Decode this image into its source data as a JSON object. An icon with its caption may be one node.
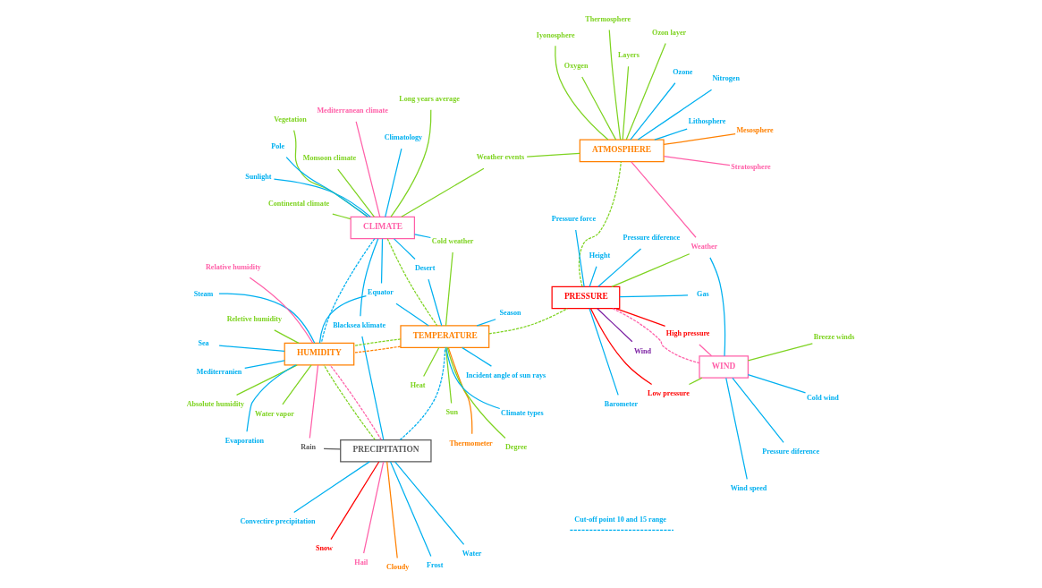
{
  "diagram": {
    "nodes": [
      {
        "text": [
          "PRECIPITATION"
        ]
      },
      {
        "text": [
          "TEMPERATURE"
        ]
      },
      {
        "text": [
          "PRESSURE"
        ]
      },
      {
        "text": [
          "CLIMATE"
        ]
      },
      {
        "text": [
          "HUMIDITY"
        ]
      },
      {
        "text": [
          "ATMOSPHERE"
        ]
      },
      {
        "text": [
          "WIND"
        ]
      },
      {
        "text": [
          "Rain"
        ]
      },
      {
        "text": [
          "Snow"
        ]
      },
      {
        "text": [
          "Cloudy"
        ]
      },
      {
        "text": [
          "Hail"
        ]
      },
      {
        "text": [
          "Convectire precipitation"
        ]
      },
      {
        "text": [
          "Frost"
        ]
      },
      {
        "text": [
          "Water"
        ]
      },
      {
        "text": [
          "Blacksea klimate"
        ]
      },
      {
        "text": [
          "Sunlight"
        ]
      },
      {
        "text": [
          "Continental climate"
        ]
      },
      {
        "text": [
          "Long years average"
        ]
      },
      {
        "text": [
          "Mediterranean climate"
        ]
      },
      {
        "text": [
          "Vegetation"
        ]
      },
      {
        "text": [
          "Monsoon climate"
        ]
      },
      {
        "text": [
          "Pole"
        ]
      },
      {
        "text": [
          "Climatology"
        ]
      },
      {
        "text": [
          "Weather events"
        ]
      },
      {
        "text": [
          "Cold weather"
        ]
      },
      {
        "text": [
          "Desert"
        ]
      },
      {
        "text": [
          "Equator"
        ]
      },
      {
        "text": [
          "Sun"
        ]
      },
      {
        "text": [
          "Degree"
        ]
      },
      {
        "text": [
          "Climate types"
        ]
      },
      {
        "text": [
          "Season"
        ]
      },
      {
        "text": [
          "Incident angle of sun rays"
        ]
      },
      {
        "text": [
          "Thermometer"
        ]
      },
      {
        "text": [
          "Heat"
        ]
      },
      {
        "text": [
          "Wind"
        ]
      },
      {
        "text": [
          "Barometer"
        ]
      },
      {
        "text": [
          "Gas"
        ]
      },
      {
        "text": [
          "Pressure diference"
        ]
      },
      {
        "text": [
          "Pressure force"
        ]
      },
      {
        "text": [
          "Height"
        ]
      },
      {
        "text": [
          "High pressure"
        ]
      },
      {
        "text": [
          "Low pressure"
        ]
      },
      {
        "text": [
          "Wind speed"
        ]
      },
      {
        "text": [
          "Breeze winds"
        ]
      },
      {
        "text": [
          "Cold wind"
        ]
      },
      {
        "text": [
          "Pressure diference"
        ]
      },
      {
        "text": [
          "Weather"
        ]
      },
      {
        "text": [
          "Lithosphere"
        ]
      },
      {
        "text": [
          "Ozone"
        ]
      },
      {
        "text": [
          "Nitrogen"
        ]
      },
      {
        "text": [
          "Oxygen"
        ]
      },
      {
        "text": [
          "Ozon layer"
        ]
      },
      {
        "text": [
          "Thermosphere"
        ]
      },
      {
        "text": [
          "Iyonosphere"
        ]
      },
      {
        "text": [
          "Layers"
        ]
      },
      {
        "text": [
          "Mesosphere"
        ]
      },
      {
        "text": [
          "Stratosphere"
        ]
      },
      {
        "text": [
          "Sea"
        ]
      },
      {
        "text": [
          "Reletive humidity"
        ]
      },
      {
        "text": [
          "Absolute humidity"
        ]
      },
      {
        "text": [
          "Mediterranien"
        ]
      },
      {
        "text": [
          "Steam"
        ]
      },
      {
        "text": [
          "Evaporation"
        ]
      },
      {
        "text": [
          "Relative humidity"
        ]
      },
      {
        "text": [
          "Water vapor"
        ]
      }
    ],
    "edges": [
      {
        "from": 7,
        "to": 0,
        "arrow": "none",
        "color": "#595959"
      },
      {
        "from": 8,
        "to": 0,
        "arrow": "none",
        "color": "#ff0000"
      },
      {
        "from": 9,
        "to": 0,
        "arrow": "none",
        "color": "#ff8000"
      },
      {
        "from": 10,
        "to": 0,
        "arrow": "none",
        "color": "#ff5fa8"
      },
      {
        "from": 11,
        "to": 0,
        "arrow": "none"
      },
      {
        "from": 12,
        "to": 0,
        "arrow": "none"
      },
      {
        "from": 13,
        "to": 0,
        "arrow": "none"
      },
      {
        "from": 0,
        "to": 14,
        "arrow": "none"
      },
      {
        "from": 14,
        "to": 3,
        "arrow": "none"
      },
      {
        "from": 0,
        "to": 1,
        "arrow": "none",
        "style": "dashed"
      },
      {
        "from": 0,
        "to": 4,
        "arrow": "none",
        "style": "dashed",
        "color": "#7ed321"
      },
      {
        "from": 0,
        "to": 4,
        "arrow": "none",
        "style": "dashed",
        "color": "#ff5fa8"
      },
      {
        "from": 7,
        "to": 4,
        "arrow": "none",
        "color": "#ff5fa8"
      },
      {
        "from": 15,
        "to": 3,
        "arrow": "none"
      },
      {
        "from": 16,
        "to": 3,
        "arrow": "none",
        "color": "#7ed321"
      },
      {
        "from": 17,
        "to": 3,
        "arrow": "none",
        "color": "#7ed321"
      },
      {
        "from": 18,
        "to": 3,
        "arrow": "none",
        "color": "#ff5fa8"
      },
      {
        "from": 19,
        "to": 3,
        "arrow": "none",
        "color": "#7ed321"
      },
      {
        "from": 20,
        "to": 3,
        "arrow": "none",
        "color": "#7ed321"
      },
      {
        "from": 21,
        "to": 3,
        "arrow": "none"
      },
      {
        "from": 3,
        "to": 22,
        "arrow": "none"
      },
      {
        "from": 3,
        "to": 23,
        "arrow": "none",
        "color": "#7ed321"
      },
      {
        "from": 23,
        "to": 5,
        "arrow": "none",
        "color": "#7ed321"
      },
      {
        "from": 3,
        "to": 24,
        "arrow": "none"
      },
      {
        "from": 24,
        "to": 1,
        "arrow": "none",
        "color": "#7ed321"
      },
      {
        "from": 3,
        "to": 25,
        "arrow": "none"
      },
      {
        "from": 25,
        "to": 1,
        "arrow": "none"
      },
      {
        "from": 3,
        "to": 26,
        "arrow": "none"
      },
      {
        "from": 26,
        "to": 1,
        "arrow": "none"
      },
      {
        "from": 26,
        "to": 4,
        "arrow": "none"
      },
      {
        "from": 3,
        "to": 1,
        "arrow": "none",
        "style": "dashed",
        "color": "#7ed321"
      },
      {
        "from": 3,
        "to": 4,
        "arrow": "none",
        "style": "dashed"
      },
      {
        "from": 27,
        "to": 1,
        "arrow": "none",
        "color": "#7ed321"
      },
      {
        "from": 28,
        "to": 1,
        "arrow": "none",
        "color": "#7ed321"
      },
      {
        "from": 29,
        "to": 1,
        "arrow": "none"
      },
      {
        "from": 1,
        "to": 30,
        "arrow": "none"
      },
      {
        "from": 1,
        "to": 31,
        "arrow": "none"
      },
      {
        "from": 1,
        "to": 32,
        "arrow": "none",
        "color": "#ff8000"
      },
      {
        "from": 1,
        "to": 33,
        "arrow": "none",
        "color": "#7ed321"
      },
      {
        "from": 1,
        "to": 4,
        "arrow": "none",
        "style": "dashed",
        "color": "#ff8000"
      },
      {
        "from": 1,
        "to": 4,
        "arrow": "none",
        "style": "dashed",
        "color": "#7ed321"
      },
      {
        "from": 1,
        "to": 2,
        "arrow": "none",
        "style": "dashed",
        "color": "#7ed321"
      },
      {
        "from": 34,
        "to": 2,
        "arrow": "none",
        "color": "#7b1fa2"
      },
      {
        "from": 2,
        "to": 35,
        "arrow": "none"
      },
      {
        "from": 2,
        "to": 36,
        "arrow": "none"
      },
      {
        "from": 37,
        "to": 2,
        "arrow": "none"
      },
      {
        "from": 38,
        "to": 2,
        "arrow": "none"
      },
      {
        "from": 39,
        "to": 2,
        "arrow": "none"
      },
      {
        "from": 2,
        "to": 40,
        "arrow": "none",
        "color": "#ff0000"
      },
      {
        "from": 2,
        "to": 41,
        "arrow": "none",
        "color": "#ff0000"
      },
      {
        "from": 40,
        "to": 6,
        "arrow": "none",
        "color": "#ff5fa8"
      },
      {
        "from": 41,
        "to": 6,
        "arrow": "none",
        "color": "#7ed321"
      },
      {
        "from": 2,
        "to": 6,
        "arrow": "none",
        "style": "dashed",
        "color": "#ff5fa8"
      },
      {
        "from": 2,
        "to": 46,
        "arrow": "none",
        "color": "#7ed321"
      },
      {
        "from": 2,
        "to": 5,
        "arrow": "none",
        "style": "dashed",
        "color": "#7ed321"
      },
      {
        "from": 6,
        "to": 42,
        "arrow": "none"
      },
      {
        "from": 43,
        "to": 6,
        "arrow": "none",
        "color": "#7ed321"
      },
      {
        "from": 44,
        "to": 6,
        "arrow": "none"
      },
      {
        "from": 6,
        "to": 45,
        "arrow": "none"
      },
      {
        "from": 6,
        "to": 46,
        "arrow": "none"
      },
      {
        "from": 47,
        "to": 5,
        "arrow": "none"
      },
      {
        "from": 48,
        "to": 5,
        "arrow": "none"
      },
      {
        "from": 49,
        "to": 5,
        "arrow": "none"
      },
      {
        "from": 5,
        "to": 50,
        "arrow": "none",
        "color": "#7ed321"
      },
      {
        "from": 5,
        "to": 46,
        "arrow": "none",
        "color": "#ff5fa8"
      },
      {
        "from": 5,
        "to": 51,
        "arrow": "none",
        "color": "#7ed321"
      },
      {
        "from": 5,
        "to": 52,
        "arrow": "none",
        "color": "#7ed321"
      },
      {
        "from": 5,
        "to": 53,
        "arrow": "none",
        "color": "#7ed321"
      },
      {
        "from": 5,
        "to": 54,
        "arrow": "none",
        "color": "#7ed321"
      },
      {
        "from": 5,
        "to": 55,
        "arrow": "none",
        "color": "#ff8000"
      },
      {
        "from": 5,
        "to": 56,
        "arrow": "none",
        "color": "#ff5fa8"
      },
      {
        "from": 57,
        "to": 4,
        "arrow": "none"
      },
      {
        "from": 4,
        "to": 58,
        "arrow": "none",
        "color": "#7ed321"
      },
      {
        "from": 4,
        "to": 59,
        "arrow": "none",
        "color": "#7ed321"
      },
      {
        "from": 4,
        "to": 60,
        "arrow": "none"
      },
      {
        "from": 4,
        "to": 61,
        "arrow": "none"
      },
      {
        "from": 4,
        "to": 62,
        "arrow": "none"
      },
      {
        "from": 63,
        "to": 4,
        "arrow": "none",
        "color": "#ff5fa8"
      },
      {
        "from": 64,
        "to": 4,
        "arrow": "none",
        "color": "#7ed321"
      }
    ],
    "legend": [
      {
        "text": "Cut-off point 10 and 15 range"
      }
    ]
  }
}
